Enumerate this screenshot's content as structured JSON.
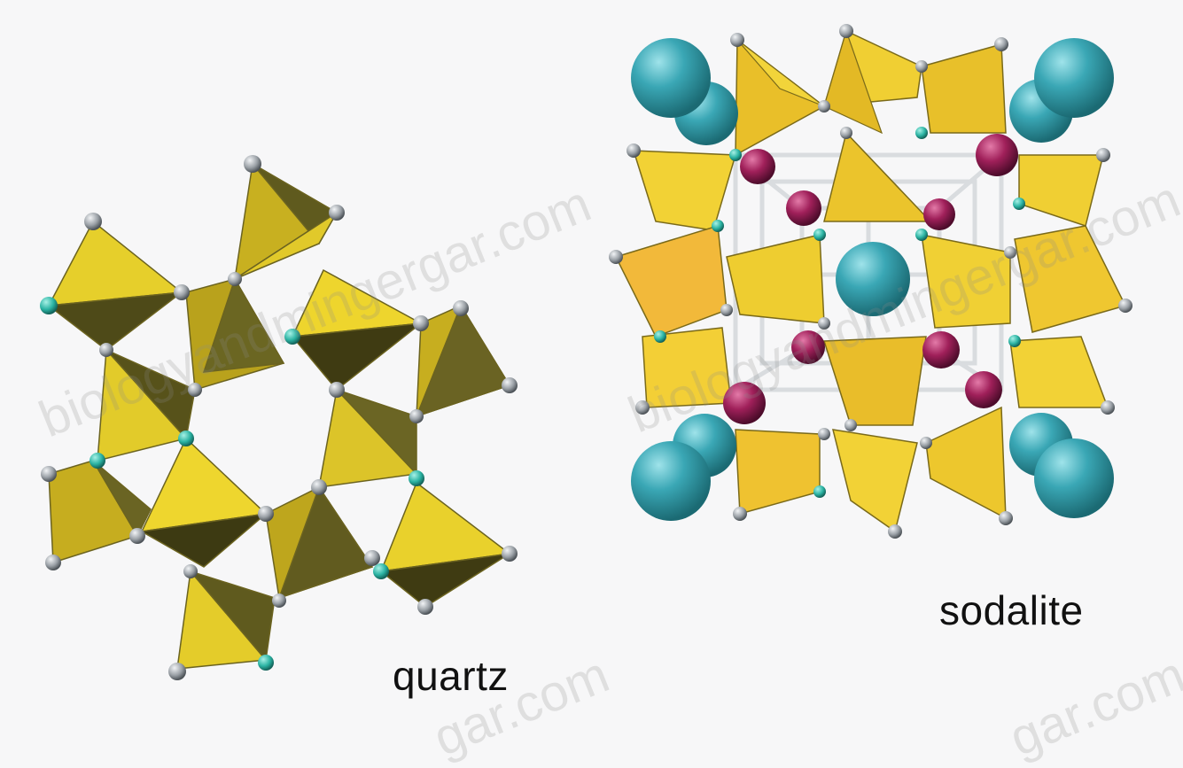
{
  "image": {
    "labels": {
      "quartz": "quartz",
      "sodalite": "sodalite"
    },
    "watermark": {
      "text_1": "biologyandmingergar.com",
      "text_2": "biologyandmingergar.com",
      "fragment_bottom_center": "gar.com",
      "fragment_bottom_right": "gar.com"
    },
    "colors": {
      "background": "#f7f7f8",
      "tetra_light": "#e8d12a",
      "tetra_mid": "#c9a81b",
      "tetra_dark": "#5f5a1e",
      "oxygen": "#9aa0a6",
      "silicon": "#2bb3a3",
      "sodium": "#3aa7b5",
      "chlorine": "#a0205a"
    }
  }
}
